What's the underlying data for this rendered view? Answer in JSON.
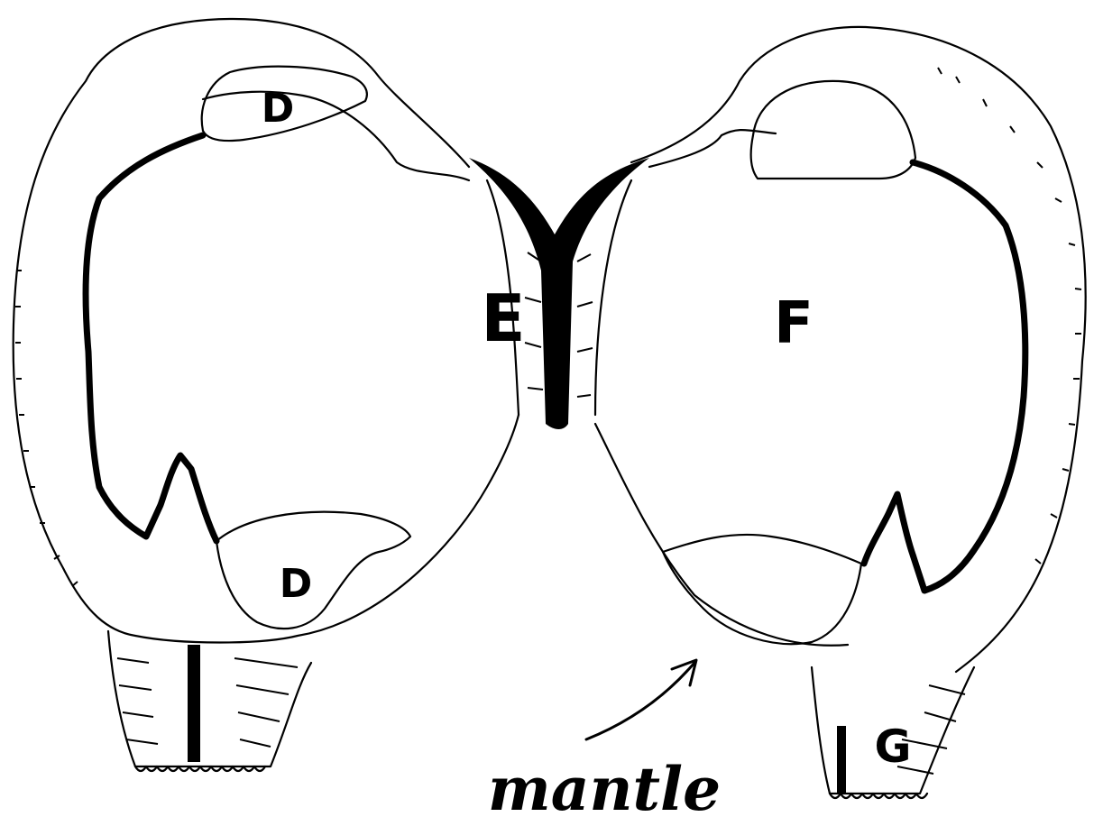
{
  "labels": {
    "d_top": "D",
    "d_bottom": "D",
    "e": "E",
    "f": "F",
    "g": "G",
    "mantle": "mantle"
  },
  "colors": {
    "ink": "#000000",
    "paper": "#ffffff"
  }
}
